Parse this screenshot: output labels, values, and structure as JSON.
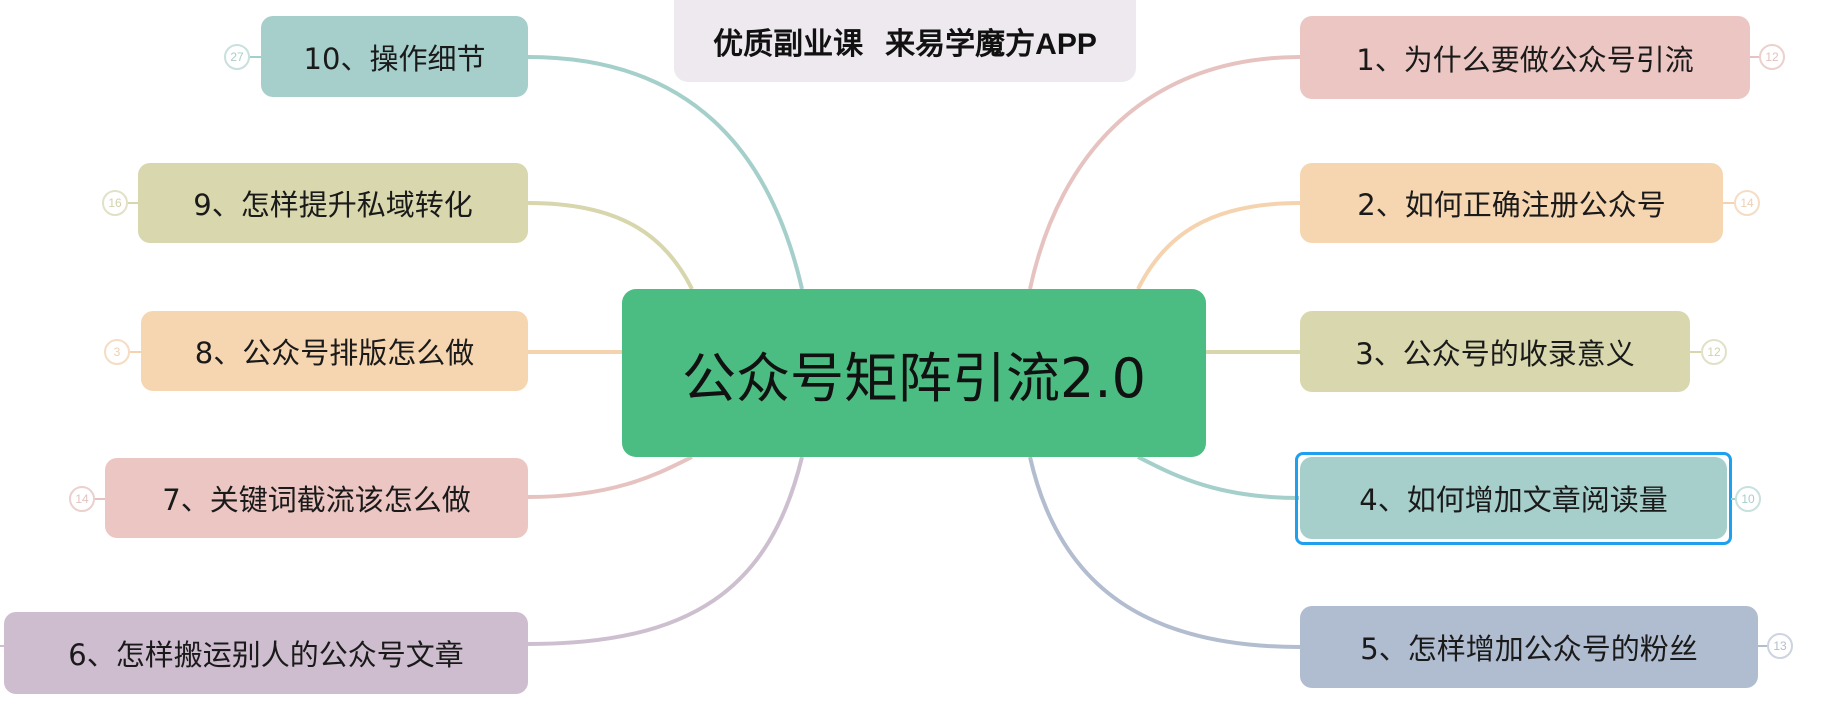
{
  "banner": {
    "part1": "优质副业课",
    "part2": "来易学魔方APP"
  },
  "center": {
    "title": "公众号矩阵引流2.0",
    "color": "#4bbd82"
  },
  "selected_node": "4",
  "branches": [
    {
      "id": "1",
      "label": "1、为什么要做公众号引流",
      "count": "12",
      "side": "right",
      "color": "#ebc6c2",
      "line": "#e6c3c0"
    },
    {
      "id": "2",
      "label": "2、如何正确注册公众号",
      "count": "14",
      "side": "right",
      "color": "#f6d6b1",
      "line": "#f5d3ae"
    },
    {
      "id": "3",
      "label": "3、公众号的收录意义",
      "count": "12",
      "side": "right",
      "color": "#d8d7ad",
      "line": "#d7d6ad"
    },
    {
      "id": "4",
      "label": "4、如何增加文章阅读量",
      "count": "10",
      "side": "right",
      "color": "#a6cfcc",
      "line": "#a4cfcb"
    },
    {
      "id": "5",
      "label": "5、怎样增加公众号的粉丝",
      "count": "13",
      "side": "right",
      "color": "#b0bccf",
      "line": "#b3bdd0"
    },
    {
      "id": "6",
      "label": "6、怎样搬运别人的公众号文章",
      "count": "",
      "side": "left",
      "color": "#cdbdcf",
      "line": "#cdbfd0"
    },
    {
      "id": "7",
      "label": "7、关键词截流该怎么做",
      "count": "14",
      "side": "left",
      "color": "#ebc6c2",
      "line": "#e6c3c0"
    },
    {
      "id": "8",
      "label": "8、公众号排版怎么做",
      "count": "3",
      "side": "left",
      "color": "#f6d6b1",
      "line": "#f5d3ae"
    },
    {
      "id": "9",
      "label": "9、怎样提升私域转化",
      "count": "16",
      "side": "left",
      "color": "#d8d7ad",
      "line": "#d7d6ad"
    },
    {
      "id": "10",
      "label": "10、操作细节",
      "count": "27",
      "side": "left",
      "color": "#a6cfcc",
      "line": "#a4cfcb"
    }
  ]
}
